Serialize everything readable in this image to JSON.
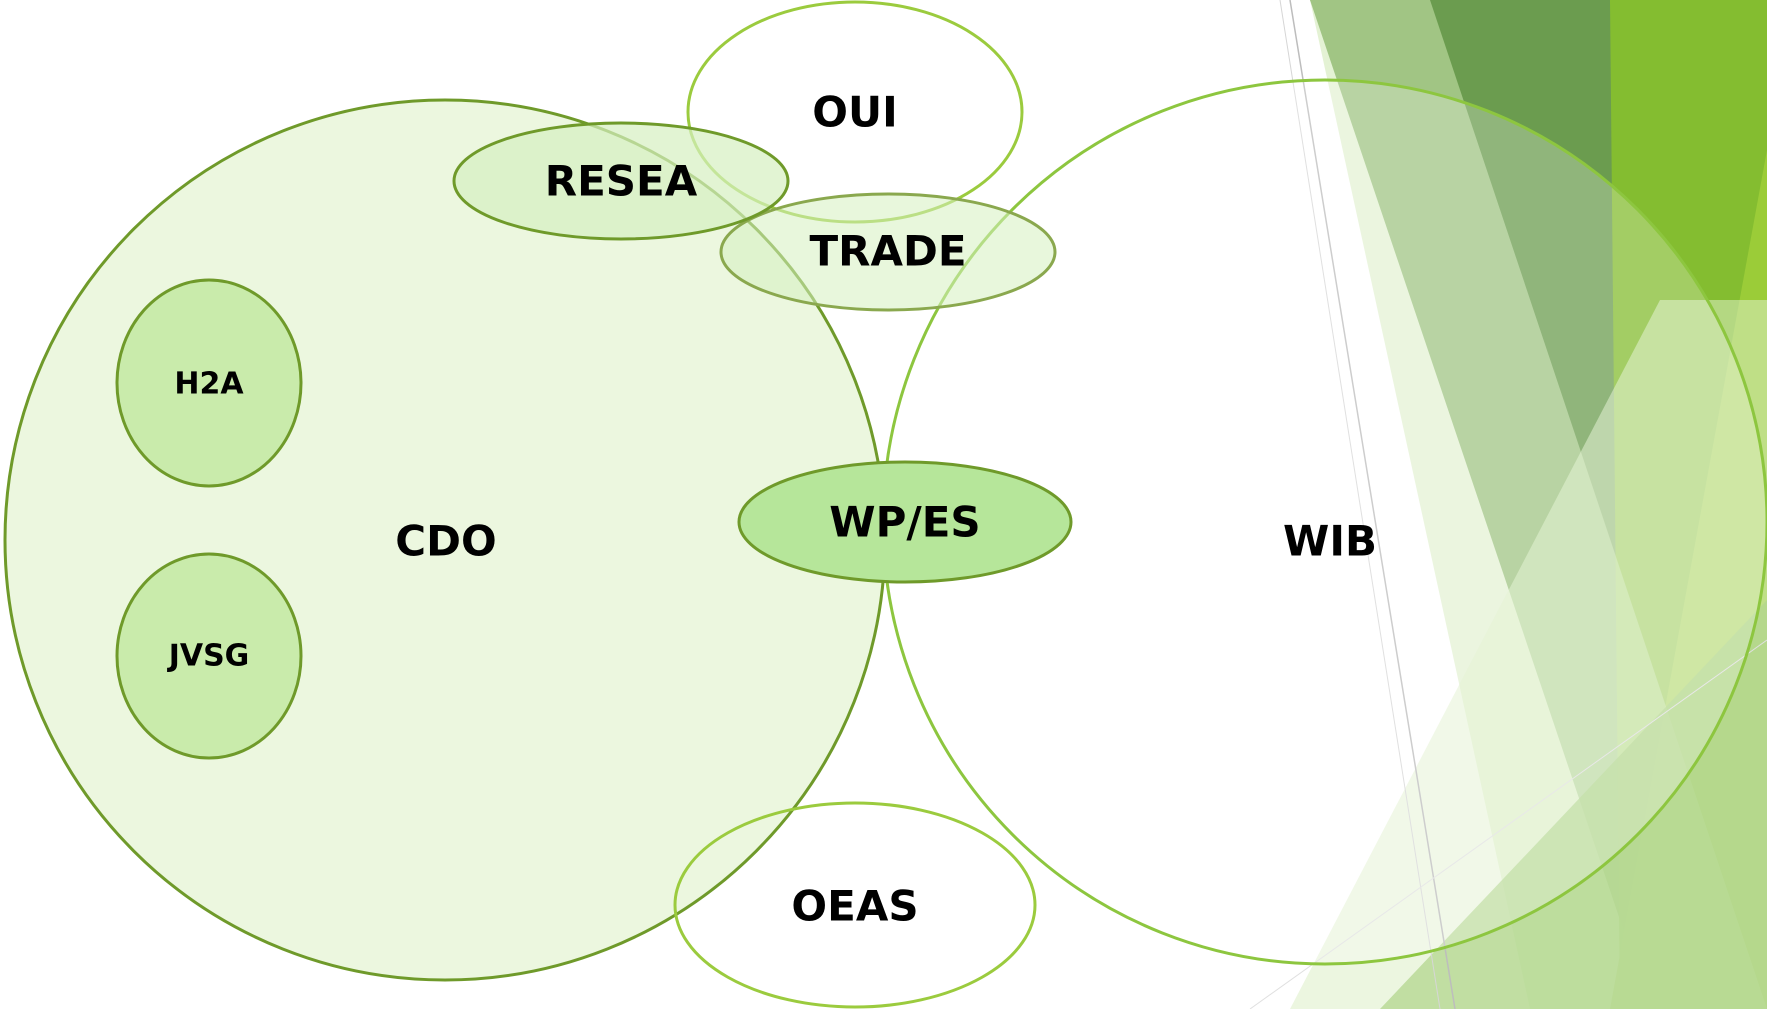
{
  "diagram": {
    "nodes": {
      "cdo": "CDO",
      "wib": "WIB",
      "oui": "OUI",
      "resea": "RESEA",
      "trade": "TRADE",
      "wpes": "WP/ES",
      "oeas": "OEAS",
      "h2a": "H2A",
      "jvsg": "JVSG"
    }
  },
  "colors": {
    "light_fill": "#eaf6dc",
    "medium_fill": "#d5f0c0",
    "strong_fill": "#b6e69a",
    "dark_stroke": "#6f9a2a",
    "light_stroke": "#9bcb3e",
    "accent_dark": "#5c8b3a",
    "accent_bright": "#8dc63f"
  }
}
